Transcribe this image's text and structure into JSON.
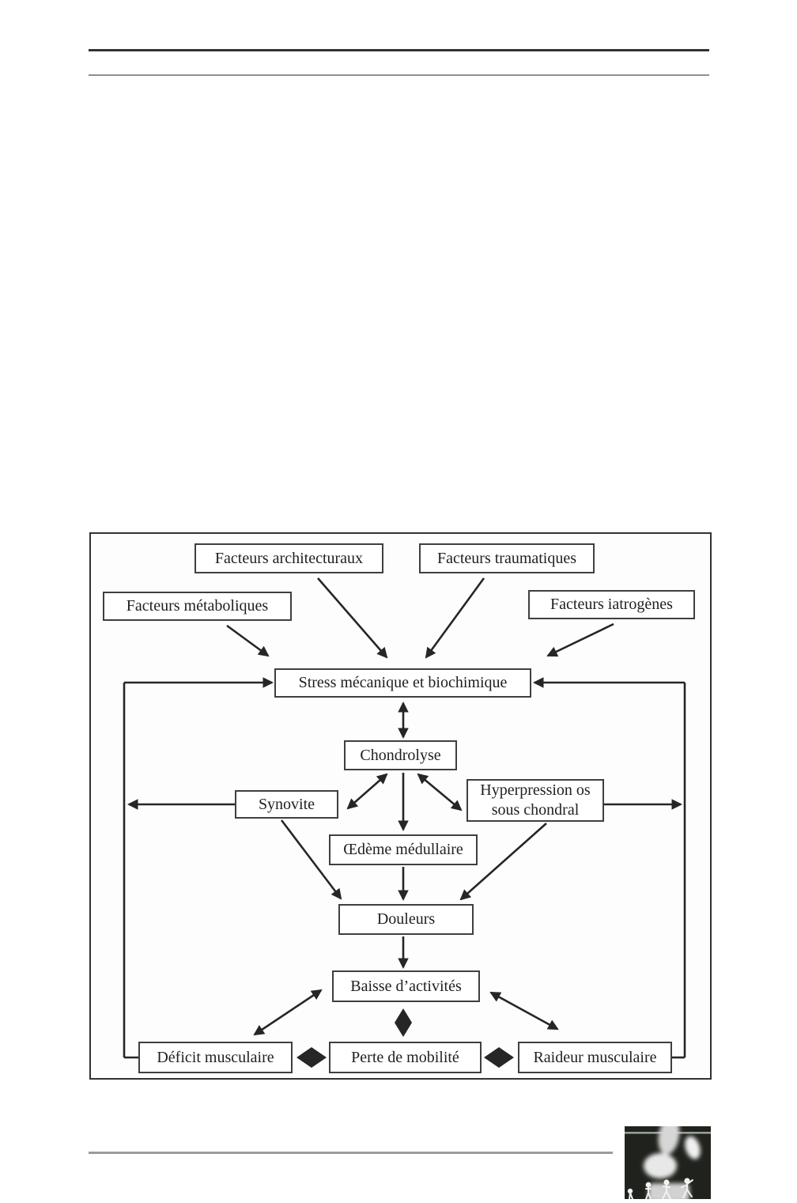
{
  "diagram": {
    "nodes": {
      "architecturaux": "Facteurs architecturaux",
      "traumatiques": "Facteurs traumatiques",
      "metaboliques": "Facteurs métaboliques",
      "iatrogenes": "Facteurs iatrogènes",
      "stress": "Stress mécanique et biochimique",
      "chondrolyse": "Chondrolyse",
      "synovite": "Synovite",
      "hyperpression": "Hyperpression os sous chondral",
      "oedeme": "Œdème médullaire",
      "douleurs": "Douleurs",
      "baisse": "Baisse d’activités",
      "deficit": "Déficit musculaire",
      "perte": "Perte de mobilité",
      "raideur": "Raideur musculaire"
    },
    "colors": {
      "line": "#262626",
      "box_border": "#3f3f3f",
      "text": "#1f1f1f"
    }
  },
  "figures": {
    "knee_xray": "knee-xray-thumbnail"
  }
}
